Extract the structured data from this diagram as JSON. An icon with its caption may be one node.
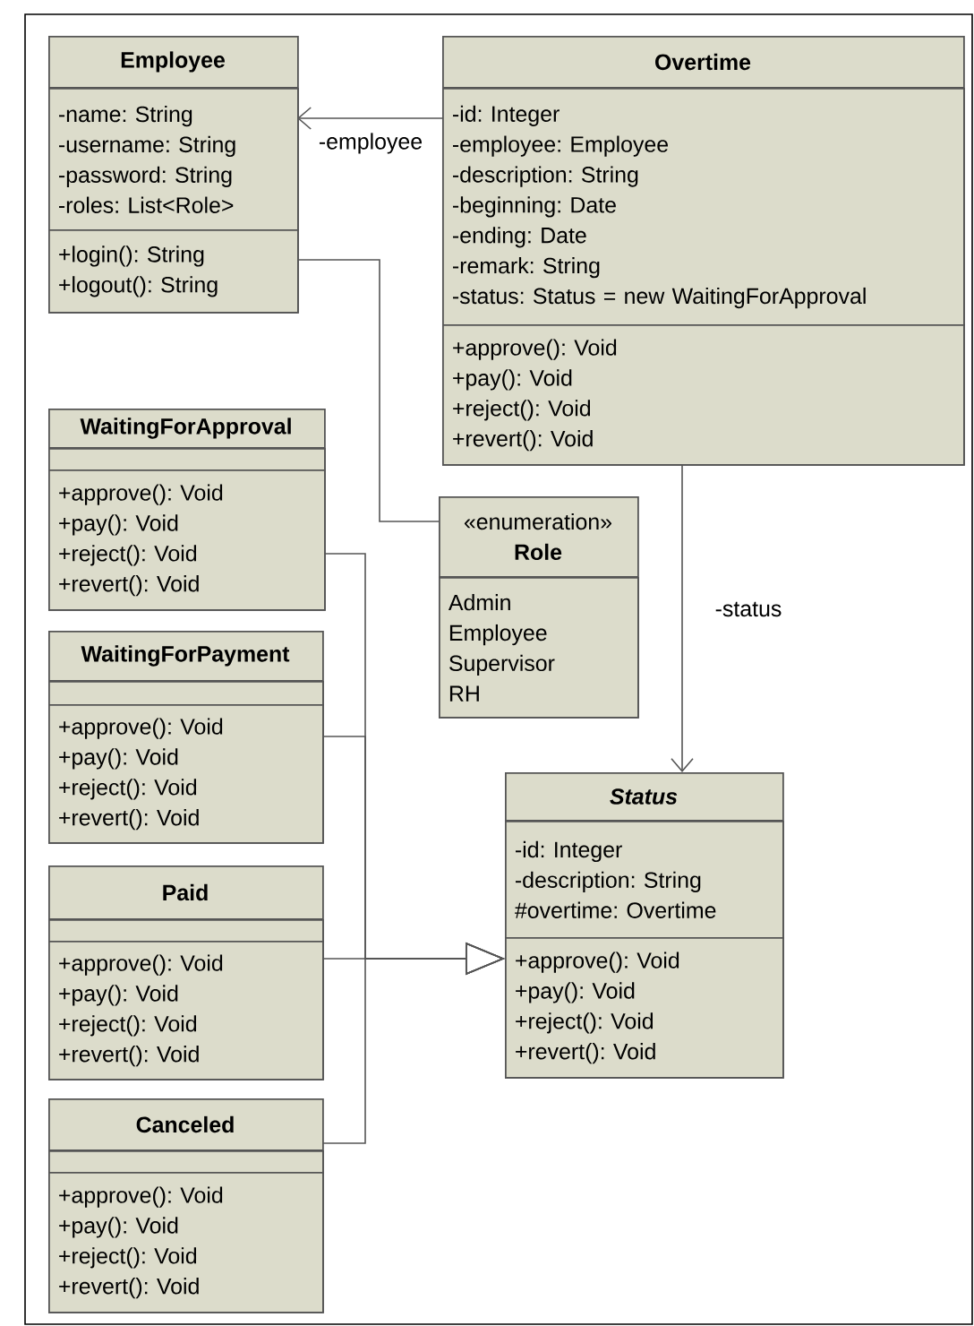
{
  "diagram": {
    "nodes": [
      {
        "text": [
          "Employee"
        ]
      },
      {
        "text": [
          "-name: String",
          "-username: String",
          "-password: String",
          "-roles: List<Role>"
        ],
        "in": 0
      },
      {
        "text": [
          "+login(): String",
          "+logout(): String"
        ],
        "in": 0
      },
      {
        "text": [
          "Overtime"
        ]
      },
      {
        "text": [
          "-id: Integer",
          "-employee: Employee",
          "-description: String",
          "-beginning: Date",
          "-ending: Date",
          "-remark: String",
          "-status: Status = new WaitingForApproval"
        ],
        "in": 3
      },
      {
        "text": [
          "+approve(): Void",
          "+pay(): Void",
          "+reject(): Void",
          "+revert(): Void"
        ],
        "in": 3
      },
      {
        "text": [
          "WaitingForApproval"
        ]
      },
      {
        "text": [],
        "shape": "box",
        "in": 6
      },
      {
        "text": [
          "+approve(): Void",
          "+pay(): Void",
          "+reject(): Void",
          "+revert(): Void"
        ],
        "in": 6
      },
      {
        "text": [
          "WaitingForPayment"
        ]
      },
      {
        "text": [],
        "shape": "box",
        "in": 9
      },
      {
        "text": [
          "+approve(): Void",
          "+pay(): Void",
          "+reject(): Void",
          "+revert(): Void"
        ],
        "in": 9
      },
      {
        "text": [
          "Paid"
        ]
      },
      {
        "text": [],
        "shape": "box",
        "in": 12
      },
      {
        "text": [
          "+approve(): Void",
          "+pay(): Void",
          "+reject(): Void",
          "+revert(): Void"
        ],
        "in": 12
      },
      {
        "text": [
          "Canceled"
        ]
      },
      {
        "text": [],
        "shape": "box",
        "in": 15
      },
      {
        "text": [
          "+approve(): Void",
          "+pay(): Void",
          "+reject(): Void",
          "+revert(): Void"
        ],
        "in": 15
      },
      {
        "text": [
          "«enumeration»",
          "Role"
        ]
      },
      {
        "text": [
          "Admin",
          "Employee",
          "Supervisor",
          "RH"
        ],
        "in": 18
      },
      {
        "text": [
          "Status"
        ]
      },
      {
        "text": [
          "-id: Integer",
          "-description: String",
          "#overtime: Overtime"
        ],
        "in": 20
      },
      {
        "text": [
          "+approve(): Void",
          "+pay(): Void",
          "+reject(): Void",
          "+revert(): Void"
        ],
        "in": 20
      }
    ],
    "edges": [
      {
        "from": 3,
        "to": 0,
        "arrow": "to",
        "label": "-employee"
      },
      {
        "from": 0,
        "to": 18,
        "arrow": "none"
      },
      {
        "from": 3,
        "to": 20,
        "arrow": "to",
        "label": "-status"
      },
      {
        "from": 6,
        "to": 20,
        "arrow": "to"
      },
      {
        "from": 9,
        "to": 20,
        "arrow": "to"
      },
      {
        "from": 12,
        "to": 20,
        "arrow": "to"
      },
      {
        "from": 15,
        "to": 20,
        "arrow": "to"
      }
    ]
  }
}
